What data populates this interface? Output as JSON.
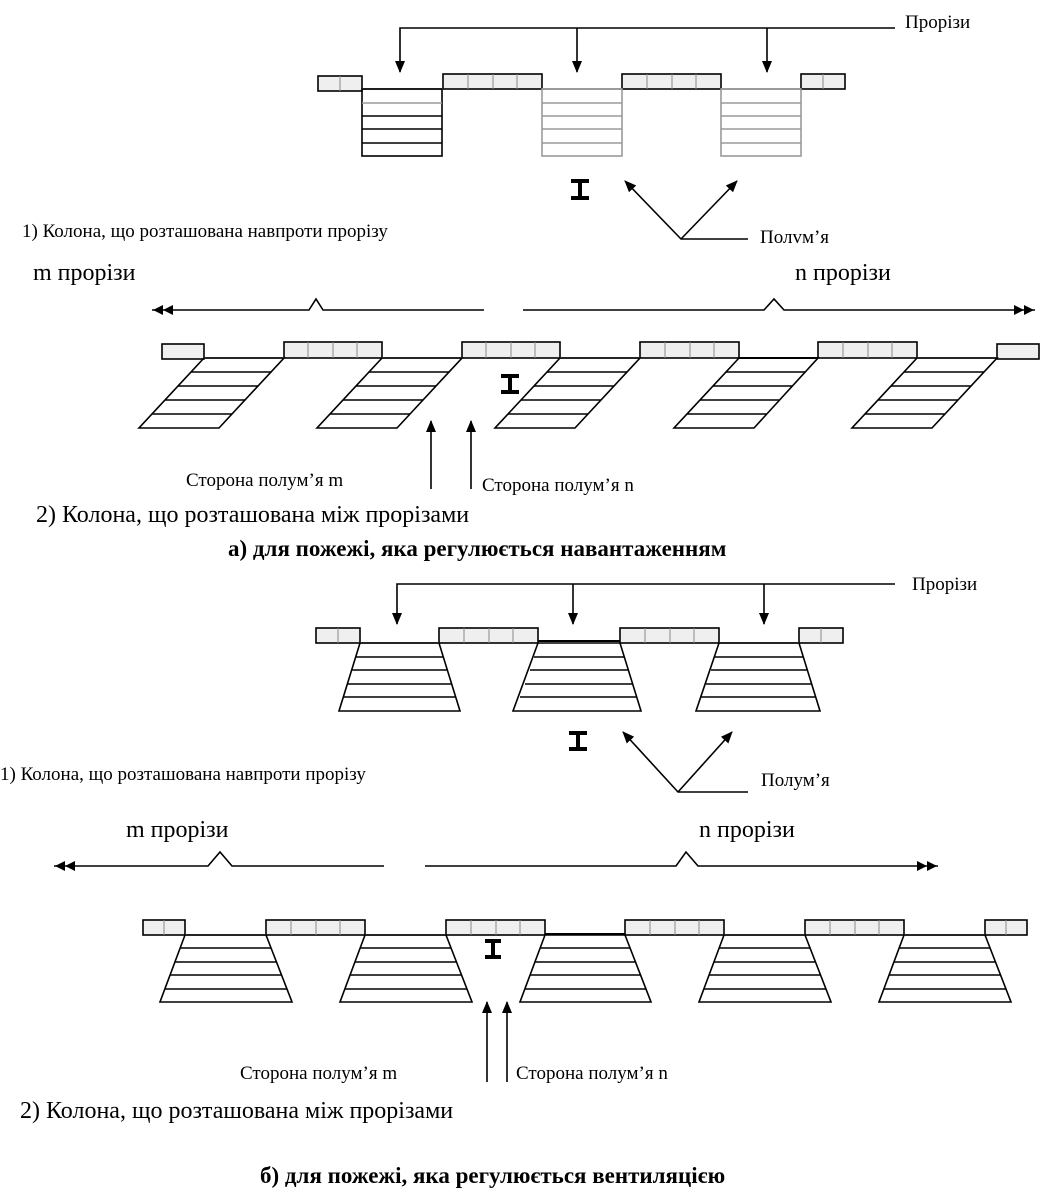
{
  "labels": {
    "openings": "Прорізи",
    "flame": "Полум’я",
    "column_opposite": "1) Колона, що розташована навпроти прорізу",
    "column_between": "2) Колона, що розташована між прорізами",
    "m_openings": "m прорізи",
    "n_openings": "n прорізи",
    "flame_side_m": "Сторона полум’я m",
    "flame_side_n": "Сторона полум’я n"
  },
  "panel_a": {
    "flame_text": "Полvм’я",
    "caption": "а) для пожежі, яка регулюється навантаженням"
  },
  "panel_b": {
    "caption": "б) для пожежі, яка регулюється вентиляцією"
  },
  "colors": {
    "stroke": "#000000",
    "wall_fill": "#efefef",
    "secondary": "#9a9a9a"
  }
}
